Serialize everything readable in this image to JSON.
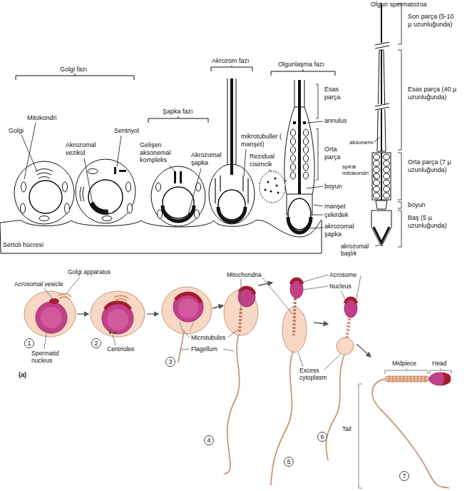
{
  "diagram": {
    "nodes": [
      {
        "text": [
          "Sertoli hücresi"
        ]
      },
      {
        "text": [
          "1"
        ]
      },
      {
        "text": [
          "2"
        ]
      },
      {
        "text": [
          "3"
        ]
      },
      {
        "text": [
          "4"
        ]
      },
      {
        "text": [
          "5"
        ]
      },
      {
        "text": [
          "6"
        ]
      },
      {
        "text": [
          "7"
        ]
      }
    ],
    "labels": [
      "Golgi fazı",
      "Şapka fazı",
      "Akrozom fazı",
      "Olgunlaşma fazı",
      "Olgun spermatozoa",
      "Mitokondri",
      "Golgi",
      "Sentriyol",
      "Akrozomal vezikül",
      "Gelişen aksonemal kompleks",
      "Akrozomal şapka",
      "mikrotubuller ( manşet)",
      "Rezidual cisimcik",
      "Esas parça",
      "annulus",
      "Orta parça",
      "boyun",
      "manşet",
      "çekirdek",
      "akrozomal şapka",
      "aksonem",
      "spiral mitokondri",
      "Son parça (5-10 µ uzunluğunda)",
      "Esas parça (40 µ uzunluğunda)",
      "Orta parça (7 µ uzunluğunda)",
      "boyun",
      "Baş (5 µ uzunluğunda)",
      "akrozomal başlık",
      "Golgi apparatus",
      "Acrosomal vesicle",
      "Spermatid nucleus",
      "(a)",
      "Centrioles",
      "Microtubules",
      "Flagellum",
      "Mitochondria",
      "Acrosome",
      "Nucleus",
      "Excess cytoplasm",
      "Midpiece",
      "Head",
      "Tail"
    ]
  }
}
